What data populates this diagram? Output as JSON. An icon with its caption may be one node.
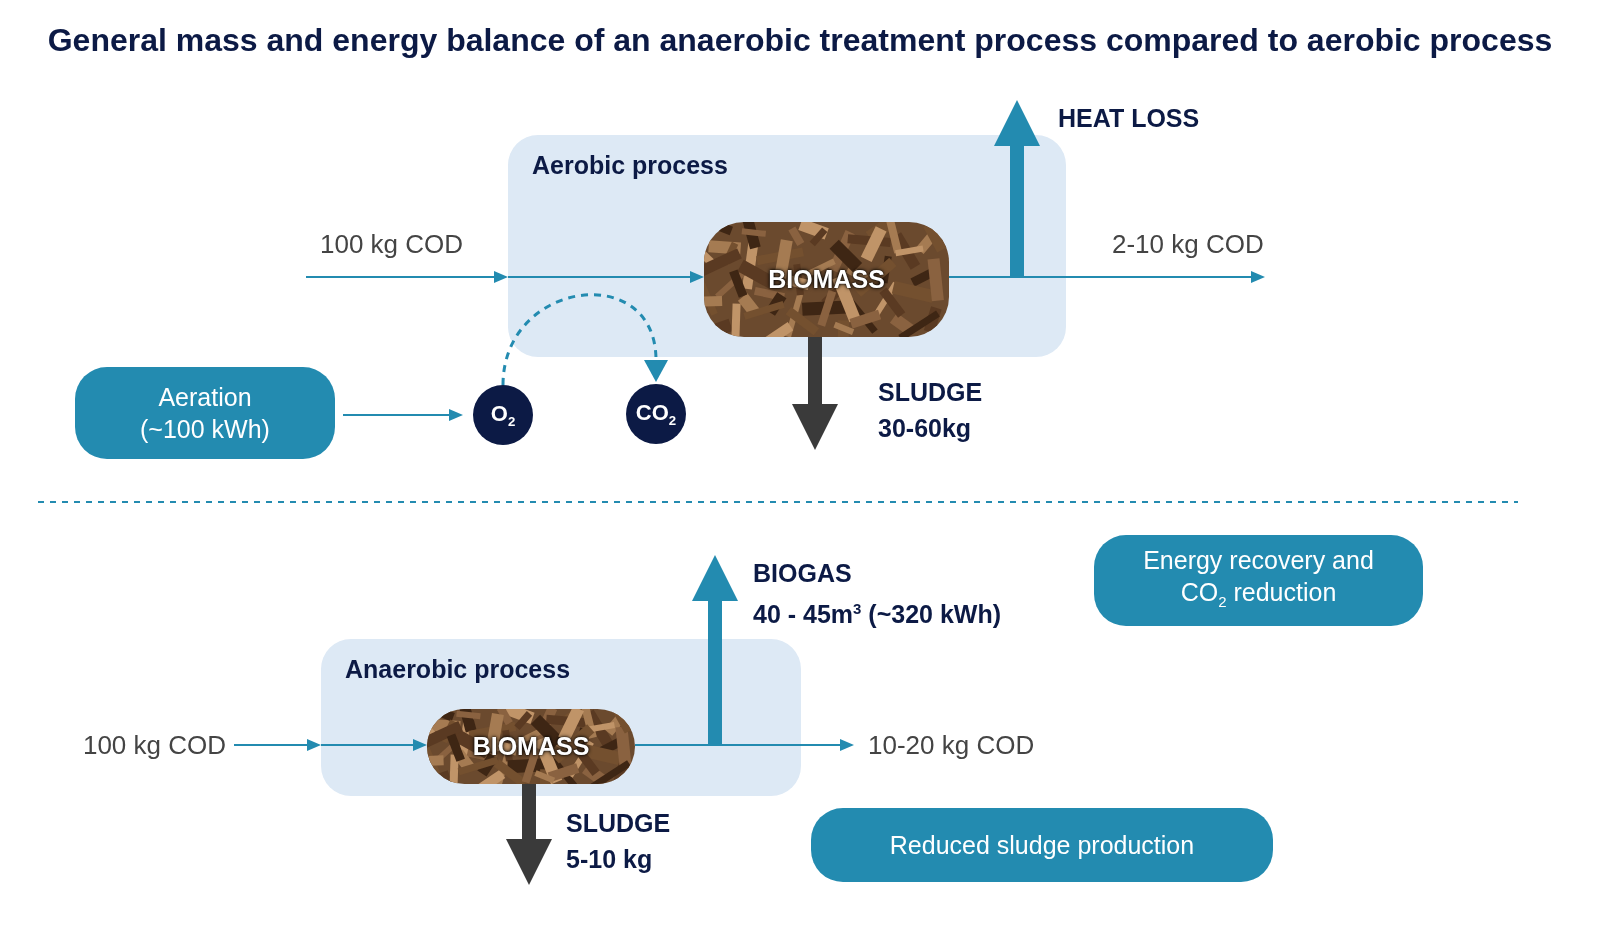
{
  "diagram": {
    "title": "General mass and energy balance of an anaerobic treatment process compared to aerobic process",
    "nodes": [
      {
        "text": [
          "Aerobic process"
        ]
      },
      {
        "text": [
          "BIOMASS"
        ],
        "in": 0
      },
      {
        "text": [
          "HEAT LOSS"
        ]
      },
      {
        "text": [
          "SLUDGE",
          "30-60kg"
        ]
      },
      {
        "text": [
          "Aeration (~100 kWh)"
        ]
      },
      {
        "text": [
          "O$_{2}$"
        ]
      },
      {
        "text": [
          "CO$_{2}$"
        ]
      },
      {
        "text": [
          "100 kg COD"
        ]
      },
      {
        "text": [
          "Anaerobic process"
        ]
      },
      {
        "text": [
          "BIOMASS"
        ],
        "in": 8
      },
      {
        "text": [
          "BIOGAS",
          "40 - 45m$^{3}$ (~320 kWh)"
        ]
      },
      {
        "text": [
          "10-20 kg COD"
        ]
      },
      {
        "text": [
          "SLUDGE",
          "5-10 kg"
        ]
      },
      {
        "text": [
          "Energy recovery and CO$_{2}$ reduction"
        ]
      },
      {
        "text": [
          "Reduced sludge production"
        ]
      }
    ],
    "edges": [
      {
        "from": null,
        "to": 0,
        "arrow": "to",
        "label": "100 kg COD"
      },
      {
        "from": 0,
        "to": 1,
        "arrow": "to"
      },
      {
        "from": 1,
        "to": null,
        "arrow": "to",
        "label": "2-10 kg COD"
      },
      {
        "from": null,
        "to": 2,
        "arrow": "to",
        "style": "thick"
      },
      {
        "from": 1,
        "to": 3,
        "arrow": "to",
        "style": "thick",
        "color": "#3a3a3a"
      },
      {
        "from": 4,
        "to": 5,
        "arrow": "to"
      },
      {
        "from": 5,
        "to": 6,
        "arrow": "to",
        "style": "dashed"
      },
      {
        "from": 7,
        "to": 8,
        "arrow": "to"
      },
      {
        "from": 8,
        "to": 9,
        "arrow": "to"
      },
      {
        "from": 9,
        "to": 11,
        "arrow": "to"
      },
      {
        "from": null,
        "to": 10,
        "arrow": "to",
        "style": "thick"
      },
      {
        "from": 9,
        "to": 12,
        "arrow": "to",
        "style": "thick",
        "color": "#3a3a3a"
      }
    ]
  }
}
